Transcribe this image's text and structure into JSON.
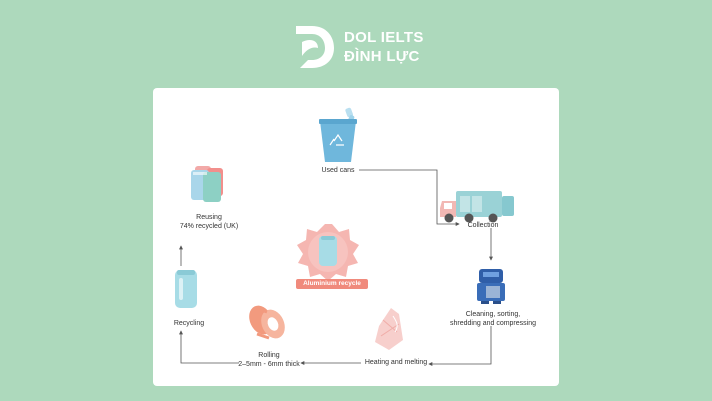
{
  "brand": {
    "line1": "DOL IELTS",
    "line2": "ĐÌNH LỰC"
  },
  "diagram": {
    "center_label": "Aluminium recycle",
    "stages": {
      "used_cans": "Used cans",
      "collection": "Collection",
      "cleaning_line1": "Cleaning, sorting,",
      "cleaning_line2": "shredding and compressing",
      "heating": "Heating and melting",
      "rolling_line1": "Rolling",
      "rolling_line2": "2–5mm - 6mm thick",
      "recycling": "Recycling",
      "reusing_line1": "Reusing",
      "reusing_line2": "74% recycled (UK)"
    }
  },
  "colors": {
    "background": "#add9bc",
    "card": "#ffffff",
    "accent": "#f08a7c",
    "arrow": "#555555"
  }
}
